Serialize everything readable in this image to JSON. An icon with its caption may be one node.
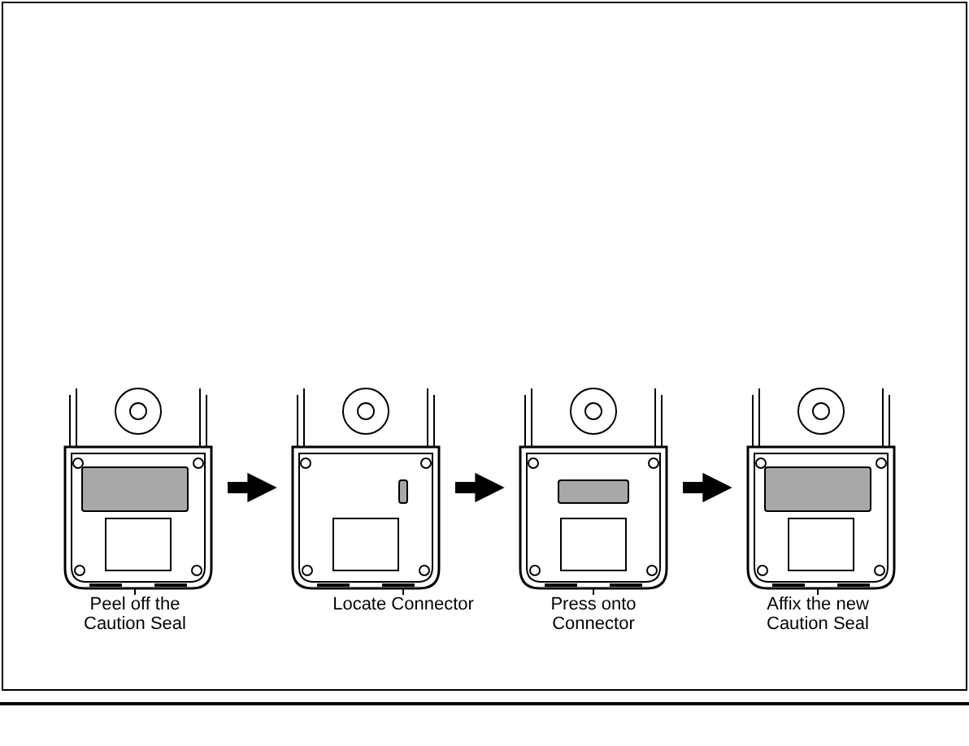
{
  "diagram": {
    "nodes": [
      {
        "text": [],
        "shape": "picture"
      },
      {
        "text": [],
        "shape": "box",
        "in": 0
      },
      {
        "text": [
          "Peel off the Caution Seal"
        ]
      },
      {
        "text": [],
        "shape": "picture"
      },
      {
        "text": [],
        "shape": "box",
        "in": 3
      },
      {
        "text": [
          "Locate Connector"
        ]
      },
      {
        "text": [],
        "shape": "picture"
      },
      {
        "text": [],
        "shape": "box",
        "in": 6
      },
      {
        "text": [
          "Press onto Connector"
        ]
      },
      {
        "text": [],
        "shape": "picture"
      },
      {
        "text": [],
        "shape": "box",
        "in": 9
      },
      {
        "text": [
          "Affix the new Caution Seal"
        ]
      }
    ],
    "edges": [
      {
        "from": 0,
        "to": 3,
        "arrow": "to",
        "style": "thick"
      },
      {
        "from": 3,
        "to": 6,
        "arrow": "to",
        "style": "thick"
      },
      {
        "from": 6,
        "to": 9,
        "arrow": "to",
        "style": "thick"
      },
      {
        "from": 2,
        "to": 1,
        "arrow": "none"
      },
      {
        "from": 5,
        "to": 4,
        "arrow": "none"
      },
      {
        "from": 8,
        "to": 7,
        "arrow": "none"
      },
      {
        "from": 11,
        "to": 10,
        "arrow": "none"
      }
    ]
  }
}
